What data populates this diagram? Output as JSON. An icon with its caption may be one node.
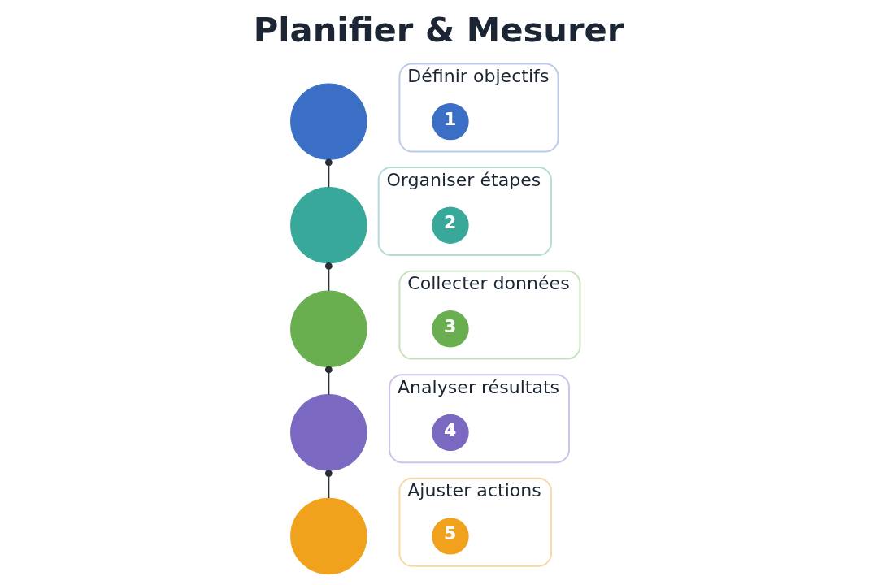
{
  "diagram": {
    "title": "Planifier & Mesurer",
    "nodes": [
      {
        "text": [],
        "shape": "circle"
      },
      {
        "text": [
          "Définir objectifs"
        ]
      },
      {
        "text": [
          "1"
        ],
        "in": 1
      },
      {
        "text": [],
        "shape": "circle"
      },
      {
        "text": [
          "Organiser étapes"
        ]
      },
      {
        "text": [
          "2"
        ],
        "in": 4
      },
      {
        "text": [],
        "shape": "circle"
      },
      {
        "text": [
          "Collecter données"
        ]
      },
      {
        "text": [
          "3"
        ],
        "in": 7
      },
      {
        "text": [],
        "shape": "circle"
      },
      {
        "text": [
          "Analyser résultats"
        ]
      },
      {
        "text": [
          "4"
        ],
        "in": 10
      },
      {
        "text": [],
        "shape": "circle"
      },
      {
        "text": [
          "Ajuster actions"
        ]
      },
      {
        "text": [
          "5"
        ],
        "in": 13
      }
    ],
    "edges": [
      {
        "from": 0,
        "to": 3,
        "arrow": "other"
      },
      {
        "from": 3,
        "to": 6,
        "arrow": "other"
      },
      {
        "from": 6,
        "to": 9,
        "arrow": "other"
      },
      {
        "from": 9,
        "to": 12,
        "arrow": "other"
      }
    ]
  }
}
